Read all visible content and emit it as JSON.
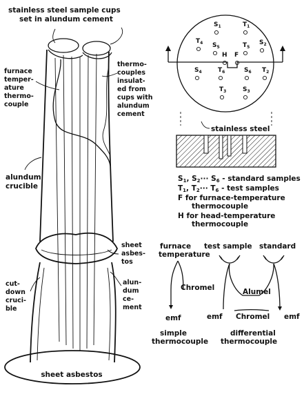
{
  "labels": {
    "cups_line1": "stainless steel sample cups",
    "cups_line2": "set in alundum cement",
    "furnace_tc": [
      "furnace",
      "temper-",
      "ature",
      "thermo-",
      "couple"
    ],
    "thermocouples_insulated": [
      "thermo-",
      "couples",
      "insulat-",
      "ed from",
      "cups with",
      "alundum",
      "cement"
    ],
    "alundum_crucible": [
      "alundum",
      "crucible"
    ],
    "sheet_asbestos_side": [
      "sheet",
      "asbes-",
      "tos"
    ],
    "alundum_cement": [
      "alun-",
      "dum",
      "ce-",
      "ment"
    ],
    "cut_down_crucible": [
      "cut-",
      "down",
      "cruci-",
      "ble"
    ],
    "sheet_asbestos_base": "sheet asbestos",
    "stainless_steel": "stainless steel"
  },
  "plan_view": {
    "symbols": [
      {
        "main": "S",
        "sub": "1"
      },
      {
        "main": "T",
        "sub": "1"
      },
      {
        "main": "T",
        "sub": "4"
      },
      {
        "main": "S",
        "sub": "5"
      },
      {
        "main": "T",
        "sub": "5"
      },
      {
        "main": "S",
        "sub": "2"
      },
      {
        "main": "H",
        "sub": ""
      },
      {
        "main": "F",
        "sub": ""
      },
      {
        "main": "S",
        "sub": "4"
      },
      {
        "main": "T",
        "sub": "6"
      },
      {
        "main": "S",
        "sub": "6"
      },
      {
        "main": "T",
        "sub": "2"
      },
      {
        "main": "T",
        "sub": "3"
      },
      {
        "main": "S",
        "sub": "3"
      }
    ]
  },
  "legend": [
    {
      "a": "S",
      "as": "1",
      "b": "S",
      "bs": "2",
      "c": "S",
      "cs": "6",
      "text": "standard samples"
    },
    {
      "a": "T",
      "as": "1",
      "b": "T",
      "bs": "2",
      "c": "T",
      "cs": "6",
      "text": "test samples"
    },
    {
      "line1": "F for furnace-temperature",
      "line2": "thermocouple"
    },
    {
      "line1": "H for head-temperature",
      "line2": "thermocouple"
    }
  ],
  "wiring": {
    "furnace_temperature": [
      "furnace",
      "temperature"
    ],
    "test_sample": "test sample",
    "standard": "standard",
    "chromel_left": "Chromel",
    "alumel": "Alumel",
    "chromel_right": "Chromel",
    "emf_left": "emf",
    "emf_mid": "emf",
    "emf_right": "emf",
    "simple": [
      "simple",
      "thermocouple"
    ],
    "differential": [
      "differential",
      "thermocouple"
    ]
  }
}
